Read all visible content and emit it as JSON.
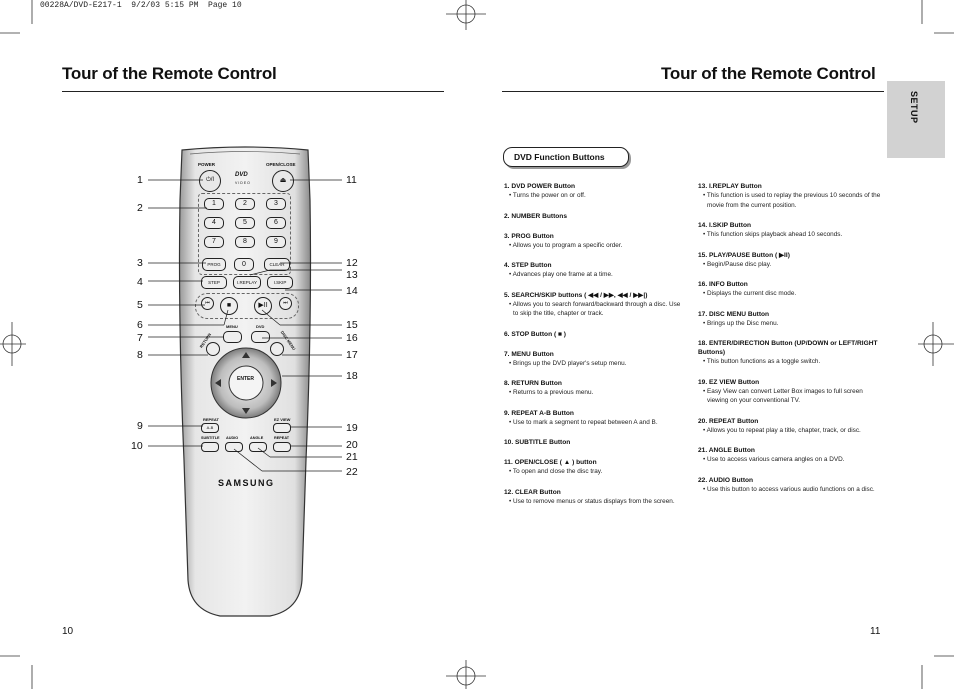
{
  "print_header": "00228A/DVD-E217-1  9/2/03 5:15 PM  Page 10",
  "left_page": {
    "title": "Tour of the Remote Control",
    "page_number": "10"
  },
  "right_page": {
    "title": "Tour of the Remote Control",
    "page_number": "11",
    "side_tab": "SETUP",
    "section_label": "DVD Function Buttons"
  },
  "remote": {
    "brand": "SAMSUNG",
    "power_label": "POWER",
    "open_close_label": "OPEN/CLOSE",
    "dvd_logo": "DVD",
    "dvd_logo_sub": "VIDEO",
    "number_keys": [
      "1",
      "2",
      "3",
      "4",
      "5",
      "6",
      "7",
      "8",
      "9"
    ],
    "zero_key": "0",
    "prog_label": "PROG",
    "clear_label": "CLEAR",
    "step_label": "STEP",
    "ireplay_label": "I.REPLAY",
    "iskip_label": "I.SKIP",
    "menu_label": "MENU",
    "dvd_label": "DVD",
    "return_label": "RETURN",
    "disc_menu_label": "DISC MENU",
    "enter_label": "ENTER",
    "repeat_ab_label": "REPEAT",
    "repeat_ab_sub": "A-B",
    "ez_view_label": "EZ VIEW",
    "subtitle_label": "SUBTITLE",
    "audio_label": "AUDIO",
    "angle_label": "ANGLE",
    "repeat_label": "REPEAT"
  },
  "callouts_left": [
    "1",
    "2",
    "3",
    "4",
    "5",
    "6",
    "7",
    "8",
    "9",
    "10"
  ],
  "callouts_right": [
    "11",
    "12",
    "13",
    "14",
    "15",
    "16",
    "17",
    "18",
    "19",
    "20",
    "21",
    "22"
  ],
  "functions_col1": [
    {
      "title": "1. DVD POWER Button",
      "desc": [
        "• Turns the power on or off."
      ]
    },
    {
      "title": "2. NUMBER Buttons",
      "desc": []
    },
    {
      "title": "3. PROG Button",
      "desc": [
        "• Allows you to program a specific order."
      ]
    },
    {
      "title": "4. STEP Button",
      "desc": [
        "• Advances play one frame at a time."
      ]
    },
    {
      "title": "5. SEARCH/SKIP buttons ( ◀◀ / ▶▶, ◀◀ / ▶▶|)",
      "desc": [
        "• Allows you to search forward/backward through a disc. Use to skip the title, chapter or track."
      ]
    },
    {
      "title": "6. STOP Button ( ■ )",
      "desc": []
    },
    {
      "title": "7. MENU Button",
      "desc": [
        "• Brings up the DVD player's setup menu."
      ]
    },
    {
      "title": "8. RETURN Button",
      "desc": [
        "• Returns to a previous menu."
      ]
    },
    {
      "title": "9. REPEAT A-B Button",
      "desc": [
        "• Use to mark a segment to repeat between A and B."
      ]
    },
    {
      "title": "10. SUBTITLE Button",
      "desc": []
    },
    {
      "title": "11. OPEN/CLOSE ( ▲ ) button",
      "desc": [
        "• To open and close the disc tray."
      ]
    },
    {
      "title": "12. CLEAR Button",
      "desc": [
        "• Use to remove menus or status displays from the screen."
      ]
    }
  ],
  "functions_col2": [
    {
      "title": "13. I.REPLAY Button",
      "desc": [
        "• This function is used to replay the previous 10 seconds of the movie from the current position."
      ]
    },
    {
      "title": "14. I.SKIP Button",
      "desc": [
        "• This function skips playback ahead 10 seconds."
      ]
    },
    {
      "title": "15. PLAY/PAUSE Button ( ▶II)",
      "desc": [
        "• Begin/Pause disc play."
      ]
    },
    {
      "title": "16. INFO Button",
      "desc": [
        "• Displays the current disc mode."
      ]
    },
    {
      "title": "17. DISC MENU Button",
      "desc": [
        "• Brings up the Disc menu."
      ]
    },
    {
      "title": "18. ENTER/DIRECTION Button (UP/DOWN or LEFT/RIGHT Buttons)",
      "desc": [
        "• This button functions as a toggle switch."
      ]
    },
    {
      "title": "19. EZ VIEW Button",
      "desc": [
        "• Easy View can convert Letter Box images to full screen viewing on your conventional TV."
      ]
    },
    {
      "title": "20. REPEAT Button",
      "desc": [
        "• Allows you to repeat play a title, chapter, track, or disc."
      ]
    },
    {
      "title": "21. ANGLE Button",
      "desc": [
        "• Use to access various camera angles on a DVD."
      ]
    },
    {
      "title": "22. AUDIO Button",
      "desc": [
        "• Use this button to access various audio functions on a disc."
      ]
    }
  ]
}
